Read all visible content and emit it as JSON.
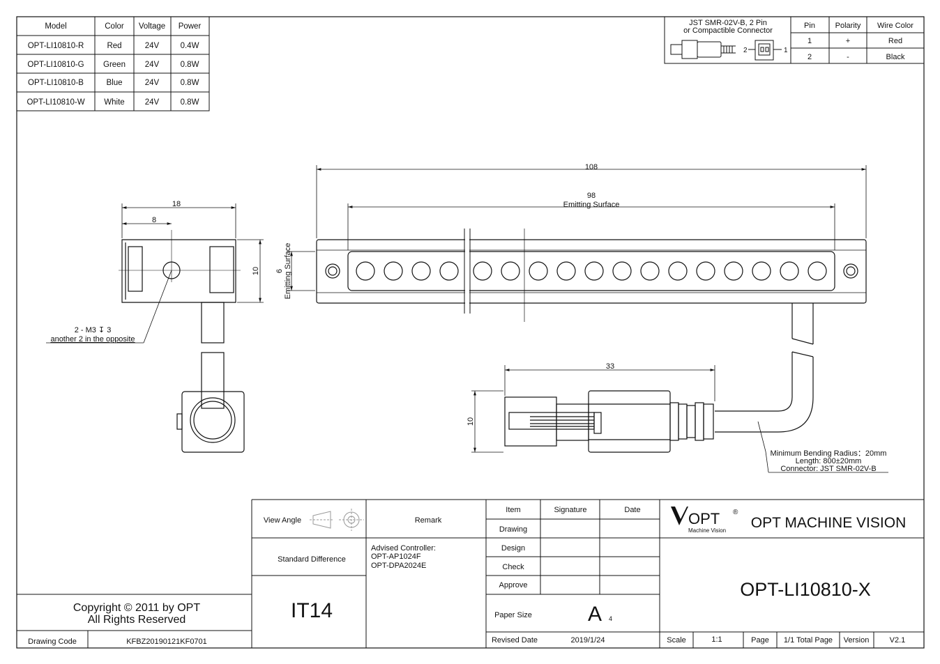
{
  "spec_table": {
    "headers": [
      "Model",
      "Color",
      "Voltage",
      "Power"
    ],
    "rows": [
      [
        "OPT-LI10810-R",
        "Red",
        "24V",
        "0.4W"
      ],
      [
        "OPT-LI10810-G",
        "Green",
        "24V",
        "0.8W"
      ],
      [
        "OPT-LI10810-B",
        "Blue",
        "24V",
        "0.8W"
      ],
      [
        "OPT-LI10810-W",
        "White",
        "24V",
        "0.8W"
      ]
    ]
  },
  "connector": {
    "title_line1": "JST SMR-02V-B, 2 Pin",
    "title_line2": "or Compactible Connector",
    "pin_label_2": "2",
    "pin_label_1": "1",
    "headers": [
      "Pin",
      "Polarity",
      "Wire Color"
    ],
    "rows": [
      [
        "1",
        "+",
        "Red"
      ],
      [
        "2",
        "-",
        "Black"
      ]
    ]
  },
  "dimensions": {
    "side_width": "18",
    "side_offset": "8",
    "side_height": "10",
    "emitting_height": "6",
    "emitting_height_label": "Emitting Surface",
    "total_length": "108",
    "emitting_length": "98",
    "emitting_length_label": "Emitting Surface",
    "connector_length": "33",
    "connector_height": "10"
  },
  "annotations": {
    "screw_line1": "2 - M3 ↧ 3",
    "screw_line2": "another 2 in the opposite",
    "cable_line1": "Minimum Bending Radius：20mm",
    "cable_line2": "Length: 800±20mm",
    "cable_line3": "Connector: JST SMR-02V-B"
  },
  "title_block": {
    "view_angle": "View Angle",
    "remark": "Remark",
    "standard_difference": "Standard Difference",
    "advised_line1": "Advised Controller:",
    "advised_line2": "OPT-AP1024F",
    "advised_line3": "OPT-DPA2024E",
    "tolerance": "IT14",
    "item": "Item",
    "signature": "Signature",
    "date": "Date",
    "drawing": "Drawing",
    "design": "Design",
    "check": "Check",
    "approve": "Approve",
    "paper_size_label": "Paper Size",
    "paper_size": "A",
    "paper_size_sub": "4",
    "revised_date_label": "Revised Date",
    "revised_date": "2019/1/24",
    "logo_text": "OPT",
    "logo_reg": "®",
    "logo_sub": "Machine Vision",
    "company": "OPT MACHINE VISION",
    "part_number": "OPT-LI10810-X",
    "scale_label": "Scale",
    "scale": "1:1",
    "page_label": "Page",
    "page_value": "1/1 Total Page",
    "version_label": "Version",
    "version": "V2.1",
    "copyright_line1": "Copyright © 2011 by OPT",
    "copyright_line2": "All Rights Reserved",
    "drawing_code_label": "Drawing Code",
    "drawing_code": "KFBZ20190121KF0701"
  }
}
